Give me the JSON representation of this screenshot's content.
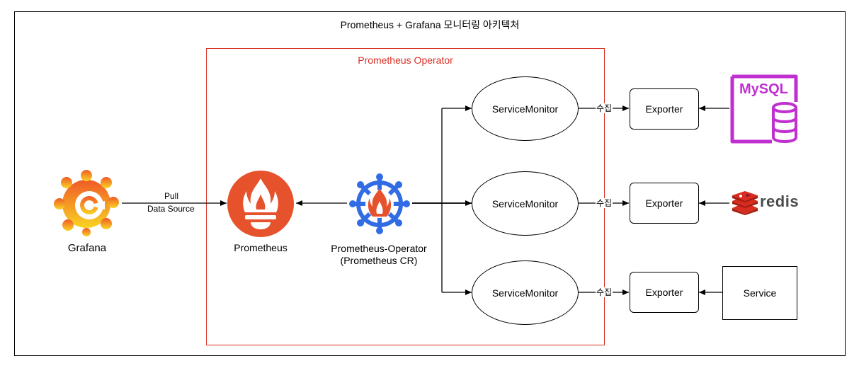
{
  "title": "Prometheus + Grafana 모니터링 아키텍처",
  "operator_group": {
    "label": "Prometheus Operator"
  },
  "grafana": {
    "label": "Grafana",
    "icon": "grafana-logo-icon"
  },
  "grafana_edge": {
    "line1": "Pull",
    "line2": "Data Source"
  },
  "prometheus": {
    "label": "Prometheus",
    "icon": "prometheus-logo-icon"
  },
  "operator": {
    "line1": "Prometheus-Operator",
    "line2": "(Prometheus CR)",
    "icon": "helm-wheel-flame-icon"
  },
  "service_monitors": [
    {
      "label": "ServiceMonitor"
    },
    {
      "label": "ServiceMonitor"
    },
    {
      "label": "ServiceMonitor"
    }
  ],
  "collect_label": "수집",
  "exporters": [
    {
      "label": "Exporter"
    },
    {
      "label": "Exporter"
    },
    {
      "label": "Exporter"
    }
  ],
  "sources": {
    "mysql": {
      "label": "MySQL",
      "icon": "mysql-database-icon",
      "color": "#c02fd0"
    },
    "redis": {
      "label": "redis",
      "icon": "redis-logo-icon",
      "color": "#d82c20"
    },
    "service": {
      "label": "Service"
    }
  },
  "colors": {
    "operator_border": "#d93025",
    "prometheus_orange": "#e6522c",
    "operator_blue": "#326ce5"
  }
}
